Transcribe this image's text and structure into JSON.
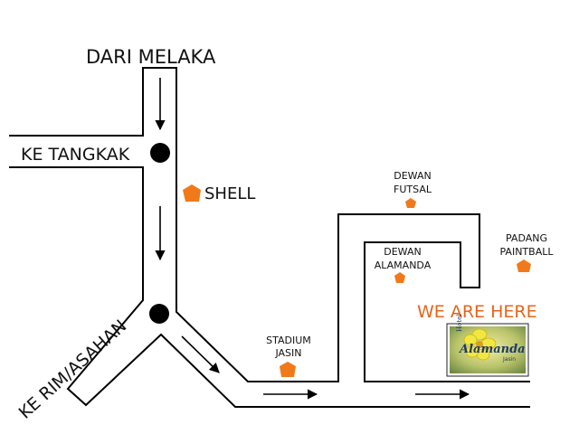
{
  "labels": {
    "from_melaka": "DARI MELAKA",
    "to_tangkak": "KE TANGKAK",
    "to_rim_asahan": "KE RIM/ASAHAN",
    "shell": "SHELL",
    "dewan_futsal_line1": "DEWAN",
    "dewan_futsal_line2": "FUTSAL",
    "dewan_alamanda_line1": "DEWAN",
    "dewan_alamanda_line2": "ALAMANDA",
    "padang_paintball_line1": "PADANG",
    "padang_paintball_line2": "PAINTBALL",
    "stadium_line1": "STADIUM",
    "stadium_line2": "JASIN",
    "we_are_here": "WE ARE HERE"
  },
  "hotel_logo": {
    "small": "Hotel",
    "name": "Alamanda",
    "place": "Jasin"
  },
  "colors": {
    "road": "#000000",
    "landmark": "#f07a1a",
    "highlight": "#e8641b",
    "junction": "#000000"
  }
}
